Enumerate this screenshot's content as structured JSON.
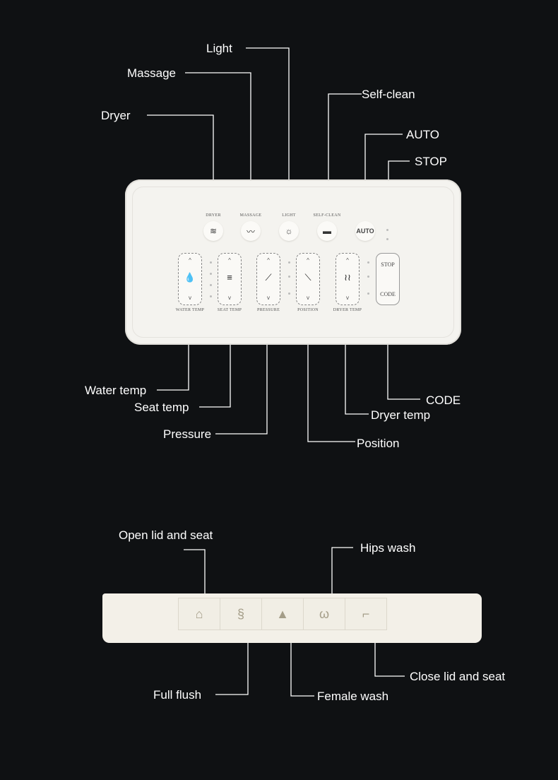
{
  "callouts_top": {
    "light": "Light",
    "massage": "Massage",
    "dryer": "Dryer",
    "self_clean": "Self-clean",
    "auto": "AUTO",
    "stop": "STOP"
  },
  "callouts_mid": {
    "water_temp": "Water temp",
    "seat_temp": "Seat temp",
    "pressure": "Pressure",
    "position": "Position",
    "dryer_temp": "Dryer temp",
    "code": "CODE"
  },
  "panel": {
    "top_labels": [
      "DRYER",
      "MASSAGE",
      "LIGHT",
      "SELF-CLEAN"
    ],
    "auto_button": "AUTO",
    "bottom_labels": [
      "WATER TEMP",
      "SEAT TEMP",
      "PRESSURE",
      "POSITION",
      "DRYER TEMP"
    ],
    "stop_button": "STOP",
    "code_button": "CODE",
    "arrow_up": "^",
    "arrow_down": "v"
  },
  "callouts_bottom": {
    "open_lid": "Open lid and seat",
    "hips_wash": "Hips wash",
    "full_flush": "Full flush",
    "female_wash": "Female wash",
    "close_lid": "Close lid and seat"
  }
}
